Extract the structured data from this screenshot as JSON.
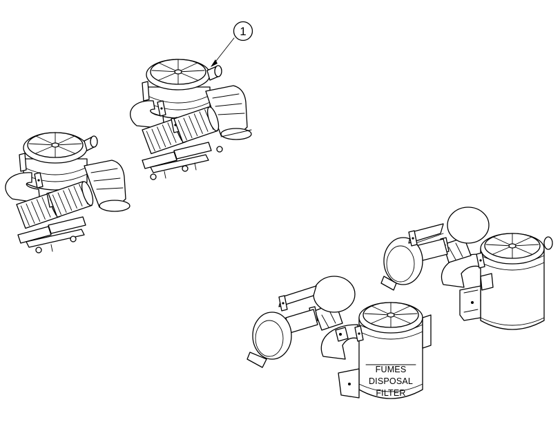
{
  "callouts": [
    {
      "number": "1"
    }
  ],
  "filter_label": {
    "lines": [
      "FUMES",
      "DISPOSAL",
      "FILTER"
    ]
  }
}
